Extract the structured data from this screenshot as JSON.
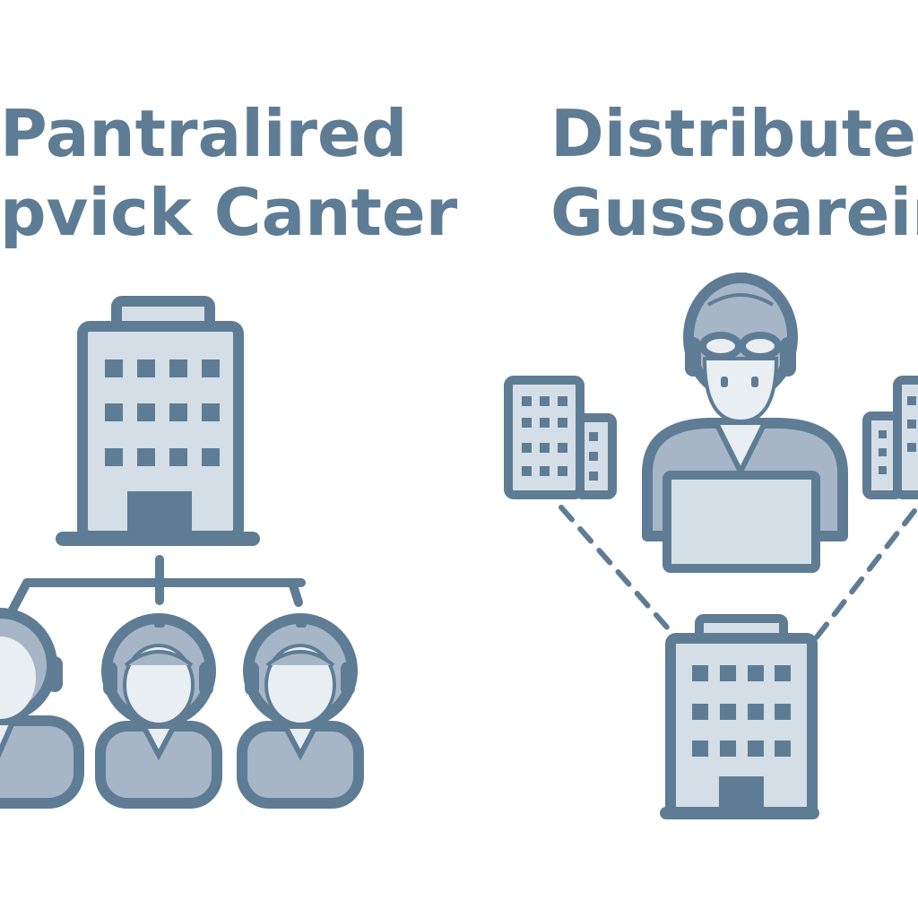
{
  "left_panel": {
    "title_line_1": "Pantralired",
    "title_line_2": "pvick Canter"
  },
  "right_panel": {
    "title_line_1": "Distributed",
    "title_line_2": "Gussoareing"
  },
  "colors": {
    "stroke": "#5f7c95",
    "fill_light": "#d4dee7",
    "fill_mid": "#a6b6c6",
    "fill_pale": "#c1ceda",
    "background": "#ffffff"
  },
  "icons": [
    "office-building-icon",
    "agent-headset-icon",
    "laptop-icon",
    "dashed-connector"
  ]
}
